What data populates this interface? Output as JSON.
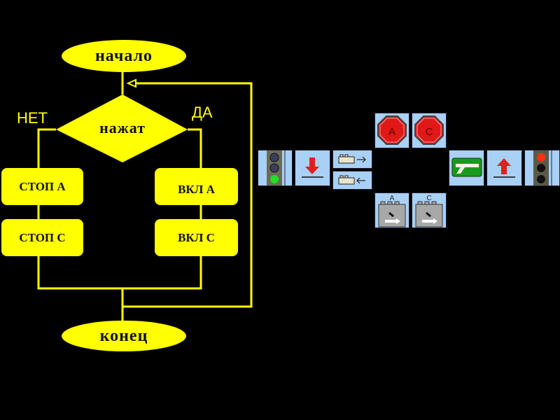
{
  "flowchart": {
    "start": "начало",
    "decision": "нажат",
    "no_label": "НЕТ",
    "yes_label": "ДА",
    "no_branch": [
      "СТОП А",
      "СТОП С"
    ],
    "yes_branch": [
      "ВКЛ А",
      "ВКЛ С"
    ],
    "end": "конец",
    "color": "#ffff00"
  },
  "program_blocks": {
    "icons": [
      "traffic-light-green",
      "arrow-down",
      "motor-forward",
      "motor-backward",
      "stop-sign",
      "stop-sign",
      "motor-block",
      "motor-block",
      "green-branch",
      "arrow-up",
      "traffic-light-red"
    ],
    "stop_labels": [
      "A",
      "C"
    ],
    "motor_labels": [
      "A",
      "C"
    ]
  }
}
